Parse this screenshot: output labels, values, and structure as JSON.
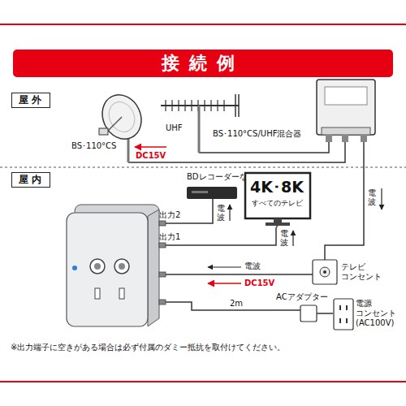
{
  "diagram": {
    "title": "接続例",
    "nodes": [
      {
        "text": [
          "屋外"
        ]
      },
      {
        "text": [
          "BS･110°CS"
        ]
      },
      {
        "text": [
          "UHF"
        ]
      },
      {
        "text": [
          "BS･110°CS/UHF混合器"
        ]
      },
      {
        "text": [
          "屋内"
        ]
      },
      {
        "text": [
          "BDレコーダーなど"
        ]
      },
      {
        "text": [
          "4K･8K",
          "すべてのテレビ"
        ]
      },
      {
        "text": [
          "出力2",
          "出力1"
        ]
      },
      {
        "text": [
          "テレビ コンセント"
        ]
      },
      {
        "text": [
          "ACアダプター"
        ]
      },
      {
        "text": [
          "電源 コンセント (AC100V)"
        ]
      }
    ],
    "edges": [
      {
        "from": 1,
        "to": 3,
        "arrow": "none",
        "label": "DC15V"
      },
      {
        "from": 2,
        "to": 3,
        "arrow": "none"
      },
      {
        "from": 3,
        "to": 8,
        "arrow": "none",
        "label": "電波"
      },
      {
        "from": 7,
        "to": 5,
        "arrow": "none",
        "label": "電波"
      },
      {
        "from": 7,
        "to": 6,
        "arrow": "none",
        "label": "電波"
      },
      {
        "from": 8,
        "to": 7,
        "arrow": "none",
        "label": "電波"
      },
      {
        "from": 9,
        "to": 7,
        "arrow": "none",
        "label": "2m"
      },
      {
        "from": 9,
        "to": 10,
        "arrow": "none"
      }
    ],
    "labels": [
      "DC15V",
      "※出力端子に空きがある場合は必ず付属のダミー抵抗を取付けてください。"
    ]
  }
}
